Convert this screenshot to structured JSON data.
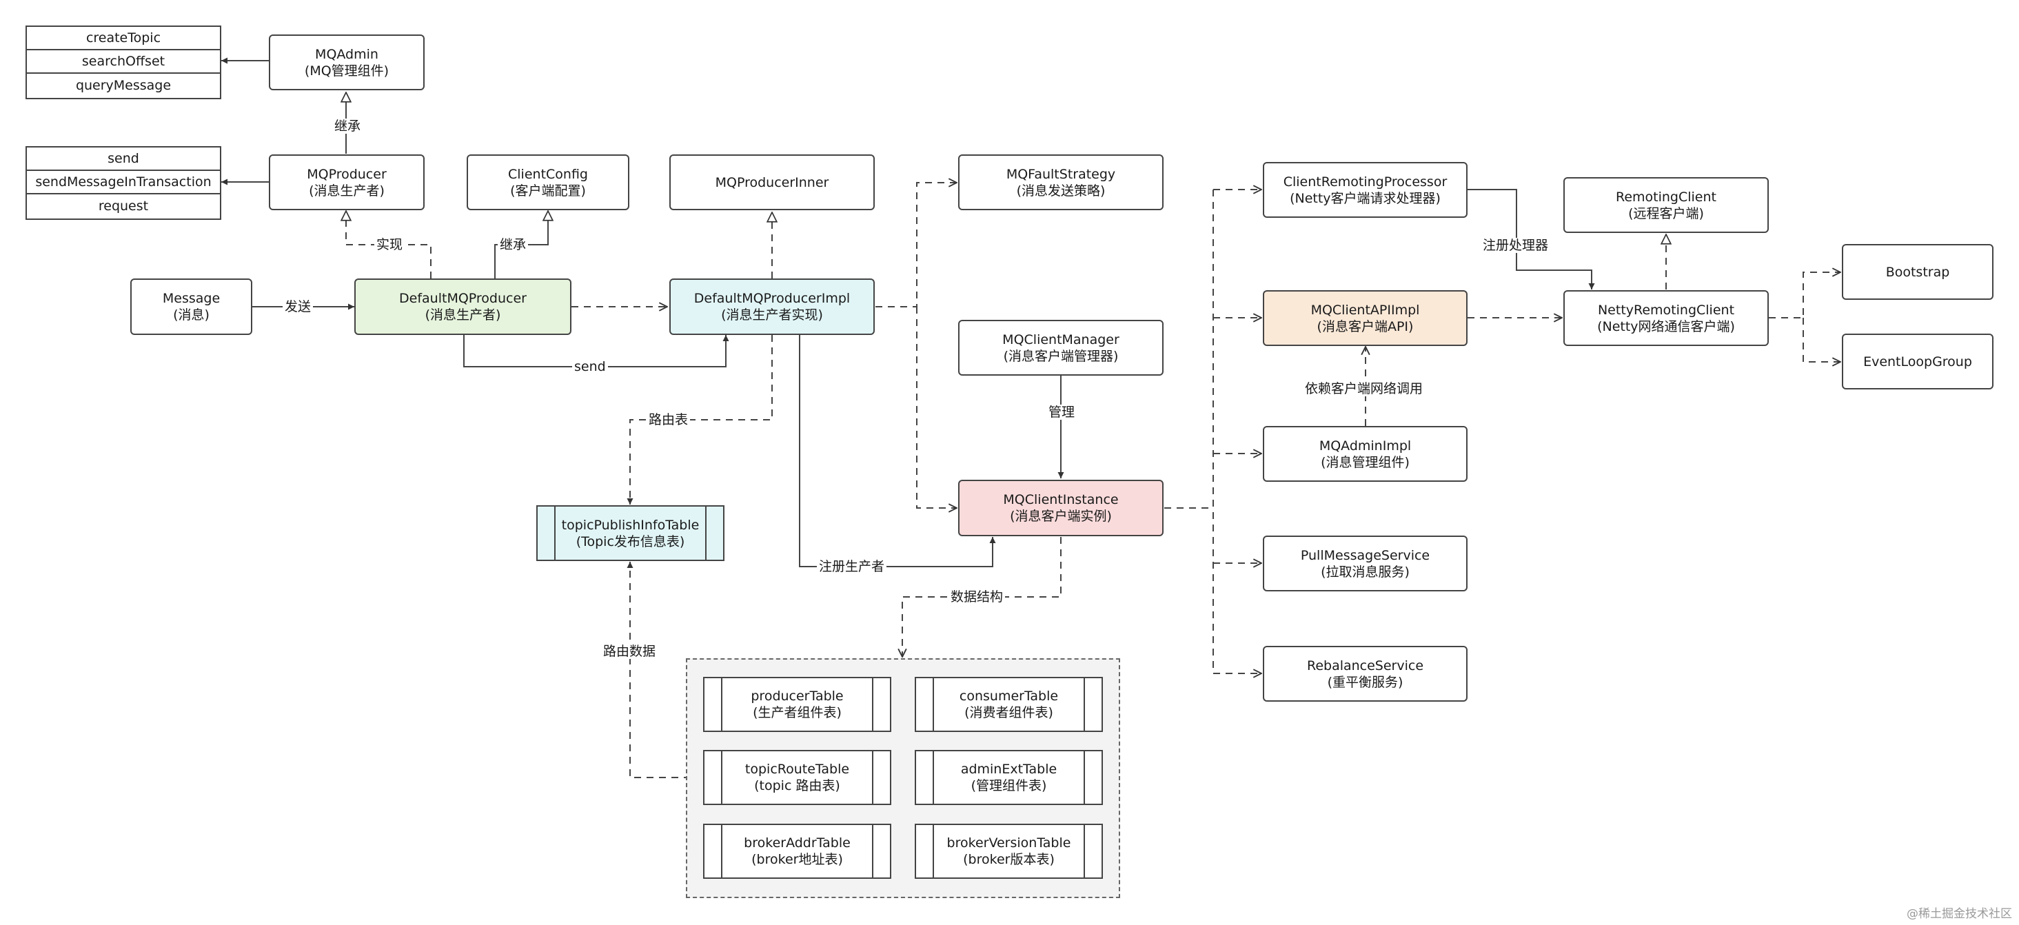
{
  "nodes": {
    "mqadmin": {
      "line1": "MQAdmin",
      "line2": "(MQ管理组件)"
    },
    "mqproducer": {
      "line1": "MQProducer",
      "line2": "(消息生产者)"
    },
    "clientconfig": {
      "line1": "ClientConfig",
      "line2": "(客户端配置)"
    },
    "mqproducerinner": {
      "line1": "MQProducerInner"
    },
    "mqfaultstrategy": {
      "line1": "MQFaultStrategy",
      "line2": "(消息发送策略)"
    },
    "message": {
      "line1": "Message",
      "line2": "(消息)"
    },
    "defaultmqproducer": {
      "line1": "DefaultMQProducer",
      "line2": "(消息生产者)"
    },
    "defaultmqproducerimpl": {
      "line1": "DefaultMQProducerImpl",
      "line2": "(消息生产者实现)"
    },
    "mqclientmanager": {
      "line1": "MQClientManager",
      "line2": "(消息客户端管理器)"
    },
    "mqclientinstance": {
      "line1": "MQClientInstance",
      "line2": "(消息客户端实例)"
    },
    "topicpublishinfotable": {
      "line1": "topicPublishInfoTable",
      "line2": "(Topic发布信息表)"
    },
    "clientremotingprocessor": {
      "line1": "ClientRemotingProcessor",
      "line2": "(Netty客户端请求处理器)"
    },
    "mqclientapiimpl": {
      "line1": "MQClientAPIImpl",
      "line2": "(消息客户端API)"
    },
    "mqadminimpl": {
      "line1": "MQAdminImpl",
      "line2": "(消息管理组件)"
    },
    "pullmessageservice": {
      "line1": "PullMessageService",
      "line2": "(拉取消息服务)"
    },
    "rebalanceservice": {
      "line1": "RebalanceService",
      "line2": "(重平衡服务)"
    },
    "remotingclient": {
      "line1": "RemotingClient",
      "line2": "(远程客户端)"
    },
    "nettyremotingclient": {
      "line1": "NettyRemotingClient",
      "line2": "(Netty网络通信客户端)"
    },
    "bootstrap": {
      "line1": "Bootstrap"
    },
    "eventloopgroup": {
      "line1": "EventLoopGroup"
    },
    "producertable": {
      "line1": "producerTable",
      "line2": "(生产者组件表)"
    },
    "consumertable": {
      "line1": "consumerTable",
      "line2": "(消费者组件表)"
    },
    "topicroutetable": {
      "line1": "topicRouteTable",
      "line2": "(topic 路由表)"
    },
    "adminexttable": {
      "line1": "adminExtTable",
      "line2": "(管理组件表)"
    },
    "brokeraddrtable": {
      "line1": "brokerAddrTable",
      "line2": "(broker地址表)"
    },
    "brokerversiontable": {
      "line1": "brokerVersionTable",
      "line2": "(broker版本表)"
    }
  },
  "lists": {
    "admin_methods": [
      "createTopic",
      "searchOffset",
      "queryMessage"
    ],
    "producer_methods": [
      "send",
      "sendMessageInTransaction",
      "request"
    ]
  },
  "edge_labels": {
    "inherit_admin": "继承",
    "implements": "实现",
    "inherit_config": "继承",
    "send_cn": "发送",
    "send_en": "send",
    "route_table": "路由表",
    "route_data": "路由数据",
    "register_producer": "注册生产者",
    "data_structure": "数据结构",
    "manage": "管理",
    "register_processor": "注册处理器",
    "depends_network": "依赖客户端网络调用"
  },
  "colors": {
    "default_producer_fill": "#e6f4dd",
    "producer_impl_fill": "#e1f5f6",
    "api_impl_fill": "#fbe9d8",
    "client_instance_fill": "#fadbdb",
    "group_fill": "#f3f3f3",
    "stroke": "#444444"
  },
  "watermark": "@稀土掘金技术社区"
}
